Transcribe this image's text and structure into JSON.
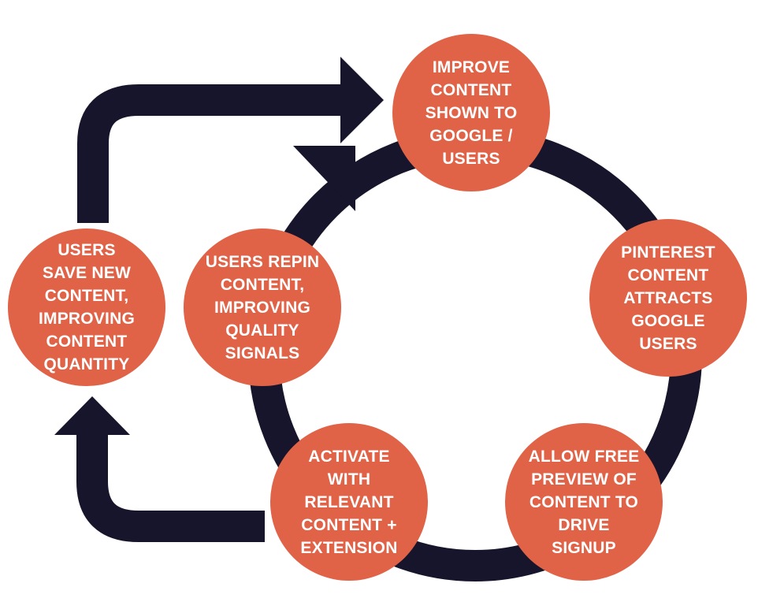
{
  "colors": {
    "node_fill": "#e06247",
    "node_text": "#ffffff",
    "arrow": "#16152b",
    "background": "#ffffff"
  },
  "nodes": {
    "improve_content": {
      "label": "IMPROVE\nCONTENT\nSHOWN TO\nGOOGLE /\nUSERS"
    },
    "pinterest_attracts": {
      "label": "PINTEREST\nCONTENT\nATTRACTS\nGOOGLE\nUSERS"
    },
    "allow_free_preview": {
      "label": "ALLOW FREE\nPREVIEW OF\nCONTENT TO\nDRIVE\nSIGNUP"
    },
    "activate_with_content": {
      "label": "ACTIVATE\nWITH\nRELEVANT\nCONTENT +\nEXTENSION"
    },
    "users_repin": {
      "label": "USERS REPIN\nCONTENT,\nIMPROVING\nQUALITY\nSIGNALS"
    },
    "users_save": {
      "label": "USERS\nSAVE NEW\nCONTENT,\nIMPROVING\nCONTENT\nQUANTITY"
    }
  },
  "connectors": [
    {
      "name": "cycle-ring",
      "shape": "ring"
    },
    {
      "name": "inner-cycle-arrow",
      "from": "users_repin",
      "to": "improve_content"
    },
    {
      "name": "outer-top-arrow",
      "from": "users_save",
      "to": "improve_content"
    },
    {
      "name": "outer-bottom-arrow",
      "from": "activate_with_content",
      "to": "users_save"
    }
  ]
}
